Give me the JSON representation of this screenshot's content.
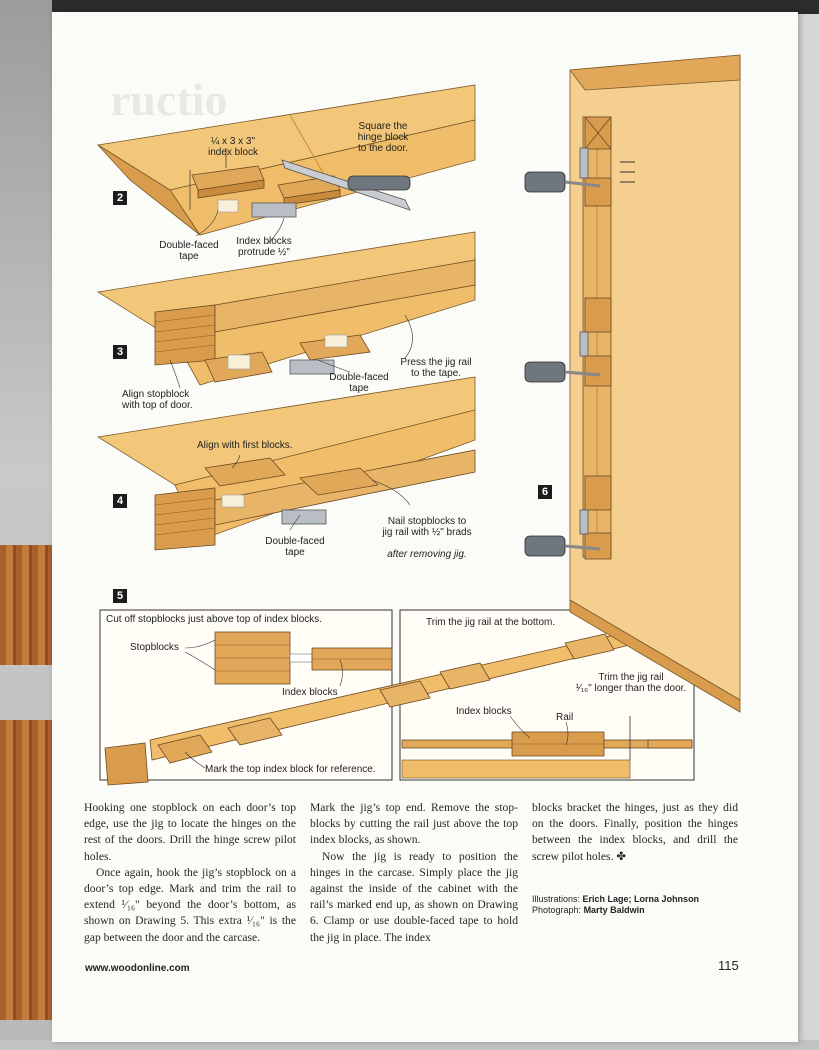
{
  "figures": {
    "fig2": {
      "number": "2",
      "labels": {
        "index_block": "¼ x 3 x 3\"\nindex block",
        "square": "Square the\nhinge block\nto the door.",
        "tape": "Double-faced\ntape",
        "protrude": "Index blocks\nprotrude ½\""
      }
    },
    "fig3": {
      "number": "3",
      "labels": {
        "align": "Align stopblock\nwith top of door.",
        "tape": "Double-faced\ntape",
        "press": "Press the jig rail\nto the tape."
      }
    },
    "fig4": {
      "number": "4",
      "labels": {
        "align_first": "Align with first blocks.",
        "nail": "Nail stopblocks to\njig rail with ½\" brads",
        "nail_italic": "after removing jig.",
        "tape": "Double-faced\ntape"
      }
    },
    "fig5": {
      "number": "5",
      "labels": {
        "cut_off": "Cut off stopblocks just above top of index blocks.",
        "stopblocks": "Stopblocks",
        "index_blocks": "Index blocks",
        "mark": "Mark the top index block for reference.",
        "trim_bottom": "Trim the jig rail at the bottom.",
        "trim_longer": "Trim the jig rail\n¹⁄₁₆\" longer than the door.",
        "index_blocks_2": "Index blocks",
        "rail": "Rail"
      }
    },
    "fig6": {
      "number": "6"
    }
  },
  "body": {
    "col1_p1": "Hooking one stopblock on each door’s top edge, use the jig to locate the hinges on the rest of the doors. Drill the hinge screw pilot holes.",
    "col1_p2": "Once again, hook the jig’s stopblock on a door’s top edge. Mark and trim the rail to extend ¹⁄₁₆\" beyond the door’s bottom, as shown on Drawing 5. This extra ¹⁄₁₆\" is the gap between the door and the carcase.",
    "col2_p1": "Mark the jig’s top end. Remove the stop-blocks by cutting the rail just above the top index blocks, as shown.",
    "col2_p2": "Now the jig is ready to position the hinges in the carcase. Simply place the jig against the inside of the cabinet with the rail’s marked end up, as shown on Drawing 6. Clamp or use double-faced tape to hold the jig in place. The index",
    "col3_p1": "blocks bracket the hinges, just as they did on the doors. Finally, position the hinges between the index blocks, and drill the screw pilot holes. ✤"
  },
  "credits": {
    "illustrations_label": "Illustrations:",
    "illustrations_names": "Erich Lage; Lorna Johnson",
    "photograph_label": "Photograph:",
    "photograph_name": "Marty Baldwin"
  },
  "footer": {
    "url": "www.woodonline.com",
    "page_number": "115"
  },
  "colors": {
    "wood_light": "#f3c77a",
    "wood_mid": "#e2a85a",
    "wood_dark": "#c98a3e",
    "cabinet": "#f5cf8f"
  }
}
